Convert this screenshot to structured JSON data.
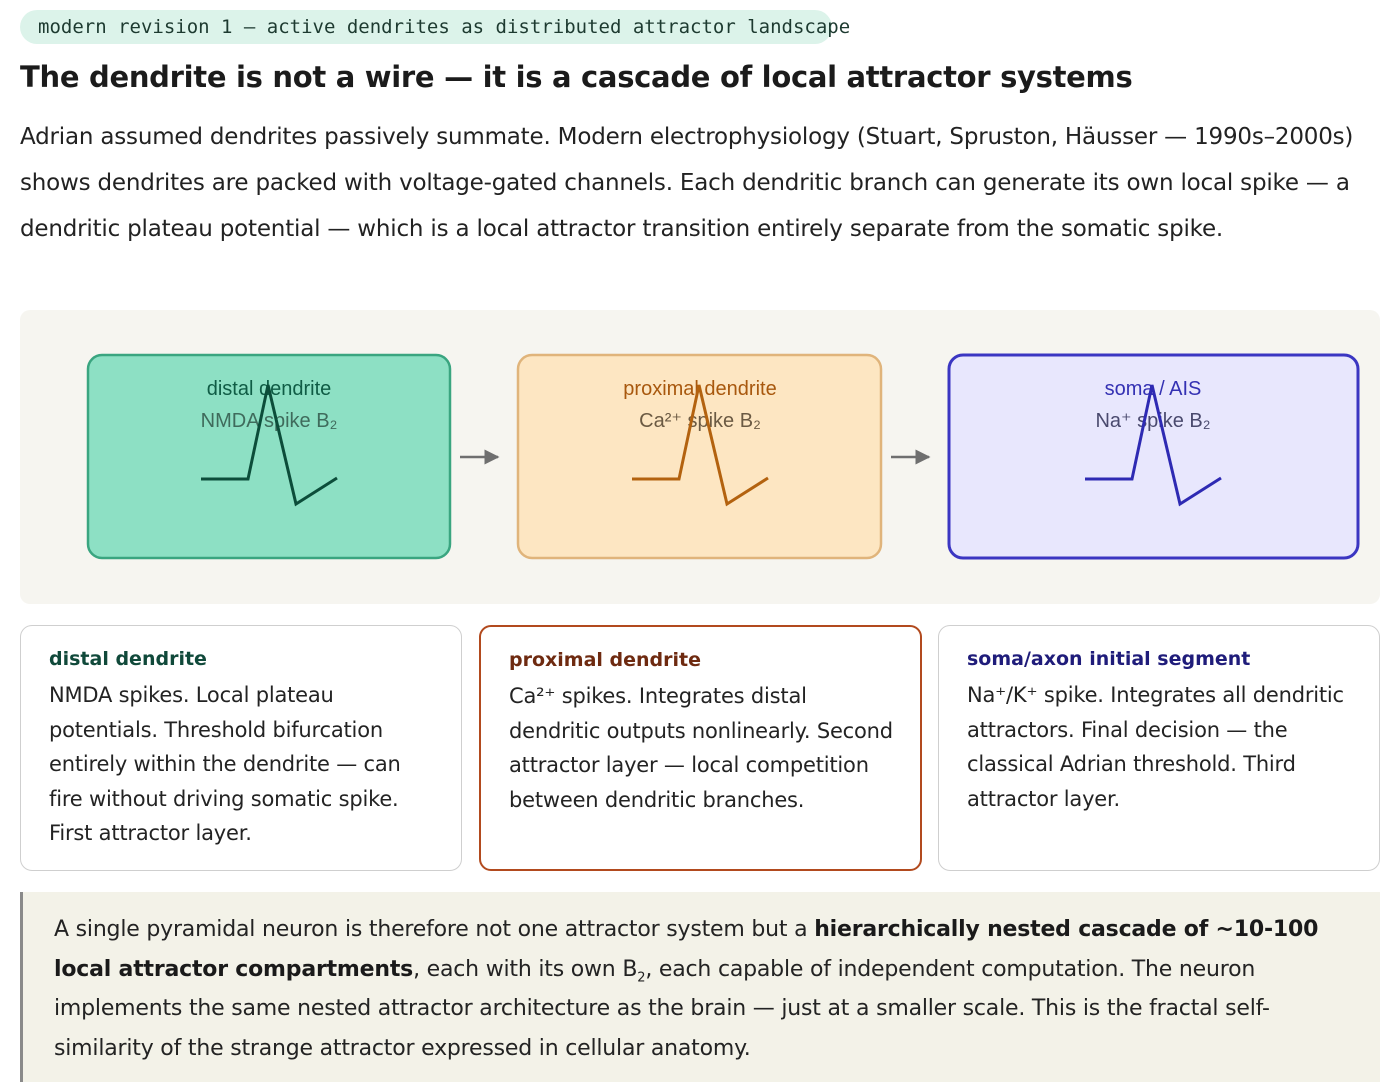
{
  "header": {
    "badge": "modern revision 1 — active dendrites as distributed attractor landscape",
    "title": "The dendrite is not a wire — it is a cascade of local attractor systems",
    "intro": "Adrian assumed dendrites passively summate. Modern electrophysiology (Stuart, Spruston, Häusser — 1990s–2000s) shows dendrites are packed with voltage-gated channels. Each dendritic branch can generate its own local spike — a dendritic plateau potential — which is a local attractor transition entirely separate from the somatic spike."
  },
  "diagram": {
    "nodes": [
      {
        "label": "distal dendrite",
        "sublabel": "NMDA spike B₂",
        "fill": "#8de0c4",
        "stroke": "#3aa580",
        "text": "#0f5c45",
        "trace": "#0c4d3a"
      },
      {
        "label": "proximal dendrite",
        "sublabel": "Ca²⁺ spike B₂",
        "fill": "#fde6c2",
        "stroke": "#e0b47b",
        "text": "#a8580e",
        "trace": "#b3620f"
      },
      {
        "label": "soma / AIS",
        "sublabel": "Na⁺ spike B₂",
        "fill": "#e8e7fd",
        "stroke": "#3b36c2",
        "text": "#3431b3",
        "trace": "#2e2ab3"
      }
    ],
    "arrow_color": "#6f6f6f"
  },
  "cards": [
    {
      "title": "distal dendrite",
      "body": "NMDA spikes. Local plateau potentials. Threshold bifurcation entirely within the dendrite — can fire without driving somatic spike. First attractor layer."
    },
    {
      "title": "proximal dendrite",
      "body": "Ca²⁺ spikes. Integrates distal dendritic outputs nonlinearly. Second attractor layer — local competition between dendritic branches."
    },
    {
      "title": "soma/axon initial segment",
      "body": "Na⁺/K⁺ spike. Integrates all dendritic attractors. Final decision — the classical Adrian threshold. Third attractor layer."
    }
  ],
  "callout": {
    "text_1": "A single pyramidal neuron is therefore not one attractor system but a ",
    "bold": "hierarchically nested cascade of ~10-100 local attractor compartments",
    "text_2": ", each with its own B",
    "sub": "2",
    "text_3": ", each capable of independent computation. The neuron implements the same nested attractor architecture as the brain — just at a smaller scale. This is the fractal self-similarity of the strange attractor expressed in cellular anatomy."
  }
}
